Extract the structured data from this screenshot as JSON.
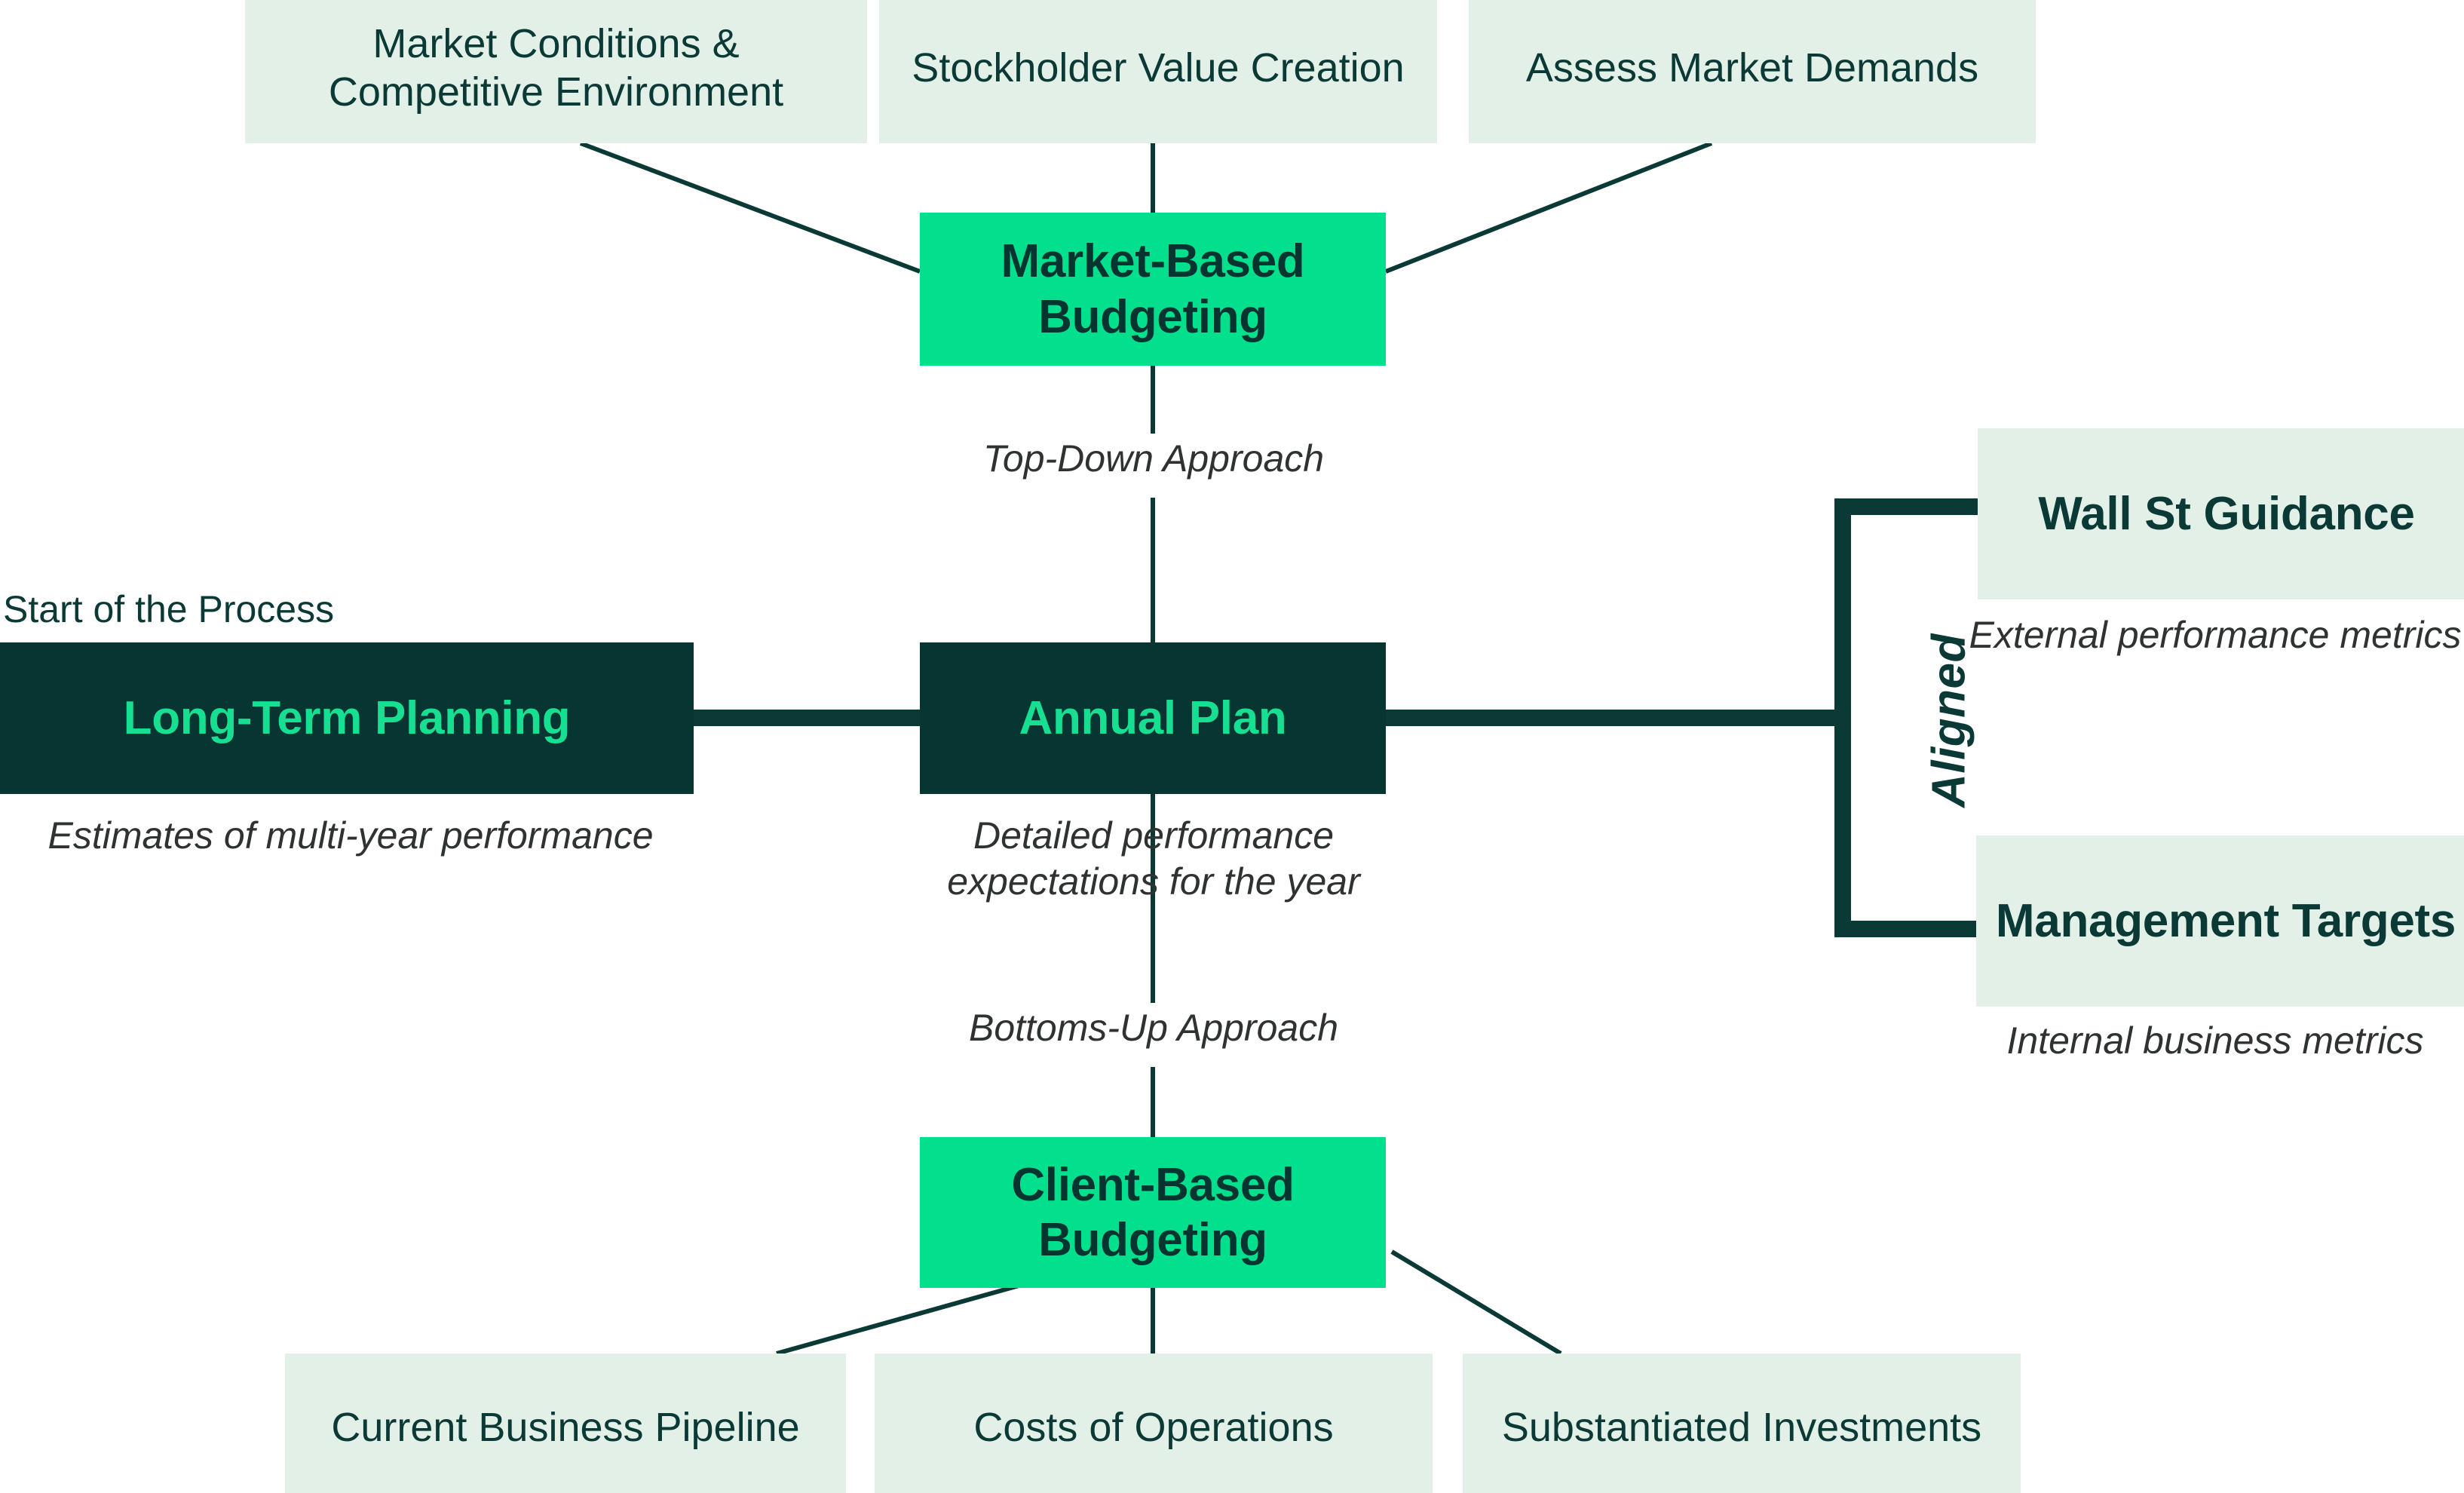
{
  "diagram": {
    "title_hidden": "Budgeting Process Flow",
    "colors": {
      "pale_green": "#E3F0E7",
      "bright_green": "#02E08D",
      "dark_green": "#063532",
      "accent_text_green": "#16DF91",
      "body_text": "#0B3A36",
      "caption_text": "#2E3330",
      "line": "#0B3A36"
    },
    "top_inputs": [
      {
        "label": "Market Conditions & Competitive Environment"
      },
      {
        "label": "Stockholder Value Creation"
      },
      {
        "label": "Assess Market Demands"
      }
    ],
    "top_hub": {
      "label": "Market-Based Budgeting"
    },
    "top_connector_caption": "Top-Down Approach",
    "start_label": "Start of the Process",
    "left_node": {
      "label": "Long-Term Planning"
    },
    "left_caption": "Estimates of multi-year performance",
    "center_node": {
      "label": "Annual Plan"
    },
    "center_caption": "Detailed performance expectations for the year",
    "bottom_connector_caption": "Bottoms-Up Approach",
    "bottom_hub": {
      "label": "Client-Based Budgeting"
    },
    "bottom_inputs": [
      {
        "label": "Current Business Pipeline"
      },
      {
        "label": "Costs of Operations"
      },
      {
        "label": "Substantiated Investments"
      }
    ],
    "aligned_bracket_label": "Aligned",
    "right_outputs": [
      {
        "label": "Wall St Guidance",
        "caption": "External  performance metrics"
      },
      {
        "label": "Management Targets",
        "caption": "Internal business metrics"
      }
    ]
  }
}
